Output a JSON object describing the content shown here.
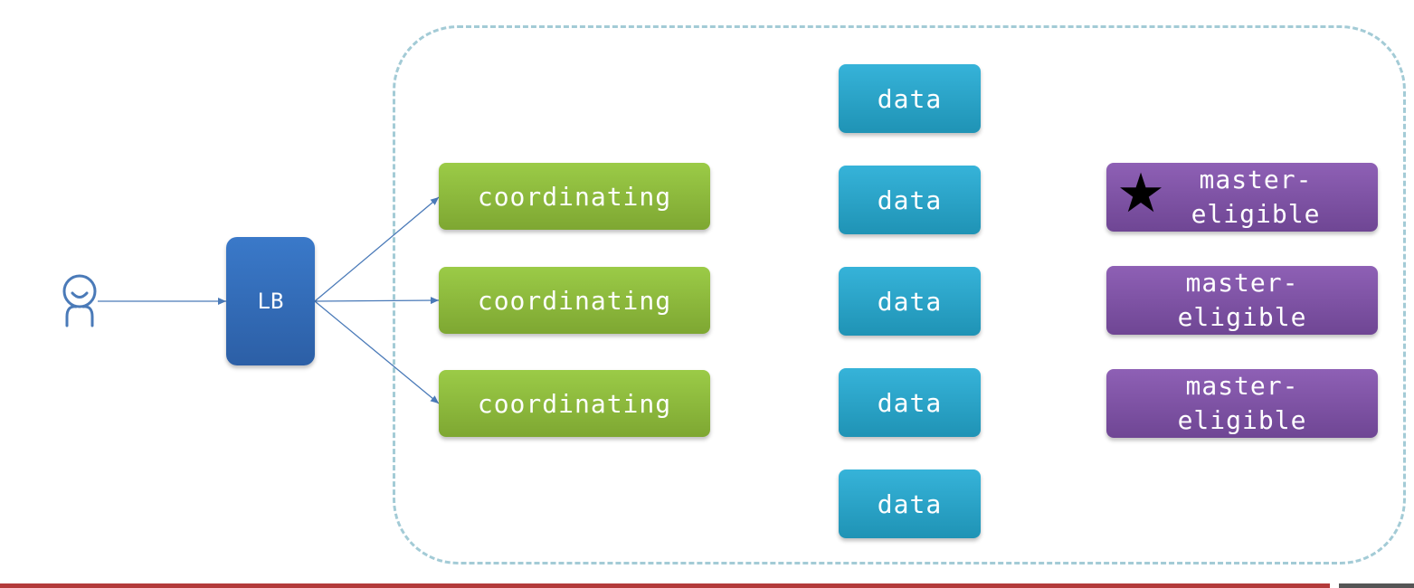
{
  "diagram": {
    "lb_label": "LB",
    "coordinating_nodes": [
      "coordinating",
      "coordinating",
      "coordinating"
    ],
    "data_nodes": [
      "data",
      "data",
      "data",
      "data",
      "data"
    ],
    "master_nodes": [
      "master-\neligible",
      "master-\neligible",
      "master-\neligible"
    ],
    "elected_master_marker": "★",
    "colors": {
      "lb": "#3a79c9",
      "coordinating": "#8fbf3f",
      "data": "#2aa8cc",
      "master": "#7f55a6",
      "cluster_border": "#a3cbd6",
      "arrow": "#4a7ab8"
    },
    "icons": {
      "client": "user-icon"
    }
  }
}
